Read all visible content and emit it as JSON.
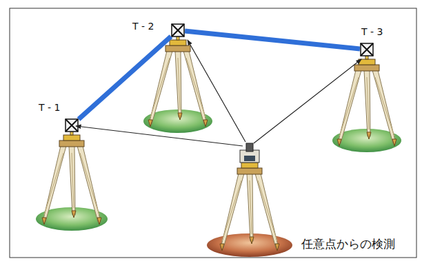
{
  "diagram": {
    "caption": "任意点からの検測",
    "nodes": [
      {
        "text": [
          "T - 1"
        ]
      },
      {
        "text": [
          "T - 2"
        ]
      },
      {
        "text": [
          "T - 3"
        ]
      }
    ],
    "edges": [
      {
        "from": 0,
        "to": 1,
        "arrow": "none"
      },
      {
        "from": 1,
        "to": 2,
        "arrow": "none"
      }
    ]
  }
}
